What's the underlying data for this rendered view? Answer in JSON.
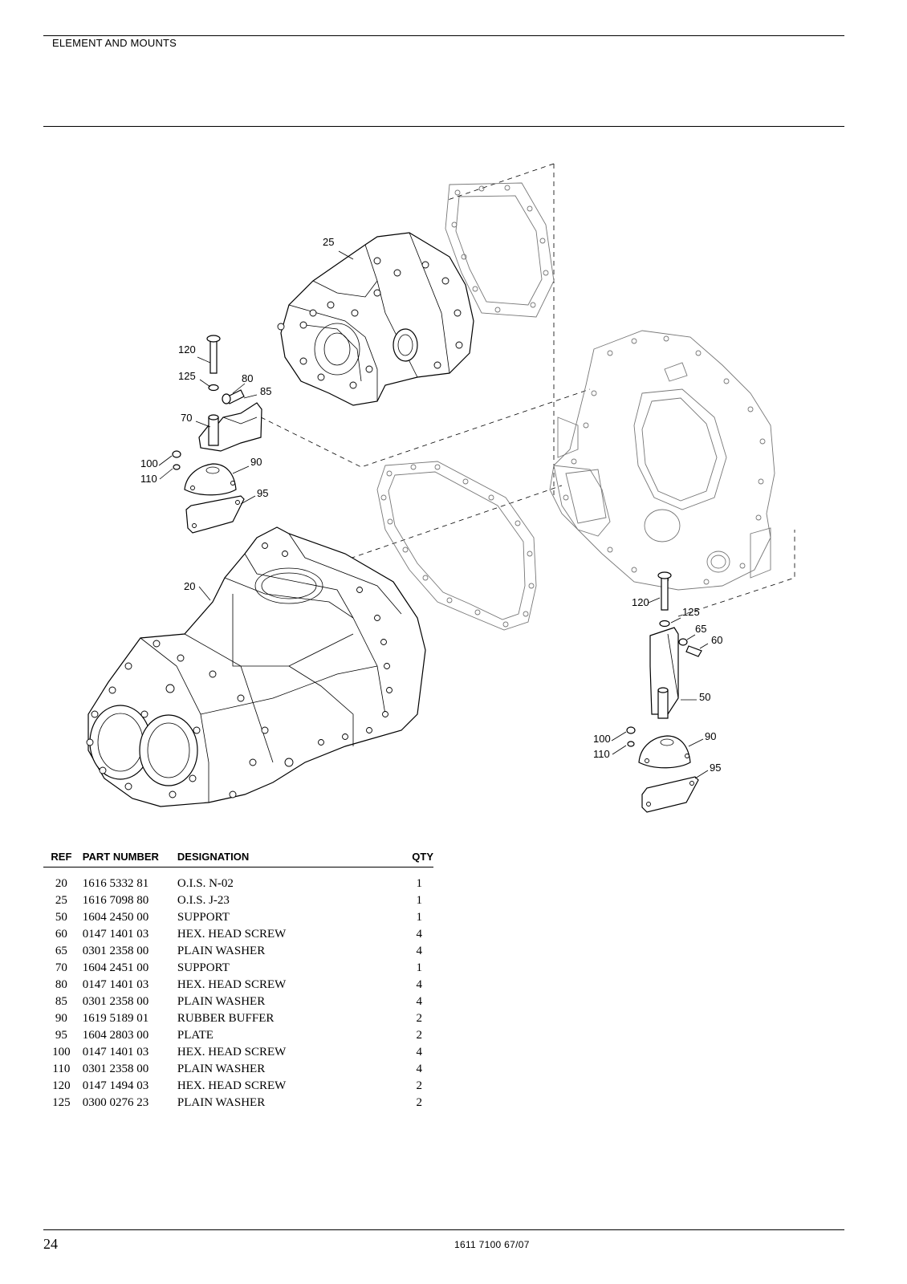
{
  "header": {
    "title": "ELEMENT AND MOUNTS"
  },
  "diagram": {
    "callouts": [
      "25",
      "120",
      "125",
      "80",
      "85",
      "70",
      "100",
      "90",
      "110",
      "95",
      "20",
      "120",
      "125",
      "65",
      "60",
      "50",
      "100",
      "90",
      "110",
      "95"
    ]
  },
  "table": {
    "headers": {
      "ref": "REF",
      "part_number": "PART NUMBER",
      "designation": "DESIGNATION",
      "qty": "QTY"
    },
    "rows": [
      {
        "ref": "20",
        "part_number": "1616 5332 81",
        "designation": "O.I.S. N-02",
        "qty": "1"
      },
      {
        "ref": "25",
        "part_number": "1616 7098 80",
        "designation": "O.I.S. J-23",
        "qty": "1"
      },
      {
        "ref": "50",
        "part_number": "1604 2450 00",
        "designation": "SUPPORT",
        "qty": "1"
      },
      {
        "ref": "60",
        "part_number": "0147 1401 03",
        "designation": "HEX. HEAD SCREW",
        "qty": "4"
      },
      {
        "ref": "65",
        "part_number": "0301 2358 00",
        "designation": "PLAIN WASHER",
        "qty": "4"
      },
      {
        "ref": "70",
        "part_number": "1604 2451 00",
        "designation": "SUPPORT",
        "qty": "1"
      },
      {
        "ref": "80",
        "part_number": "0147 1401 03",
        "designation": "HEX. HEAD SCREW",
        "qty": "4"
      },
      {
        "ref": "85",
        "part_number": "0301 2358 00",
        "designation": "PLAIN WASHER",
        "qty": "4"
      },
      {
        "ref": "90",
        "part_number": "1619 5189 01",
        "designation": "RUBBER BUFFER",
        "qty": "2"
      },
      {
        "ref": "95",
        "part_number": "1604 2803 00",
        "designation": "PLATE",
        "qty": "2"
      },
      {
        "ref": "100",
        "part_number": "0147 1401 03",
        "designation": "HEX. HEAD SCREW",
        "qty": "4"
      },
      {
        "ref": "110",
        "part_number": "0301 2358 00",
        "designation": "PLAIN WASHER",
        "qty": "4"
      },
      {
        "ref": "120",
        "part_number": "0147 1494 03",
        "designation": "HEX. HEAD SCREW",
        "qty": "2"
      },
      {
        "ref": "125",
        "part_number": "0300 0276 23",
        "designation": "PLAIN WASHER",
        "qty": "2"
      }
    ]
  },
  "footer": {
    "page_number": "24",
    "document_number": "1611 7100 67/07"
  }
}
